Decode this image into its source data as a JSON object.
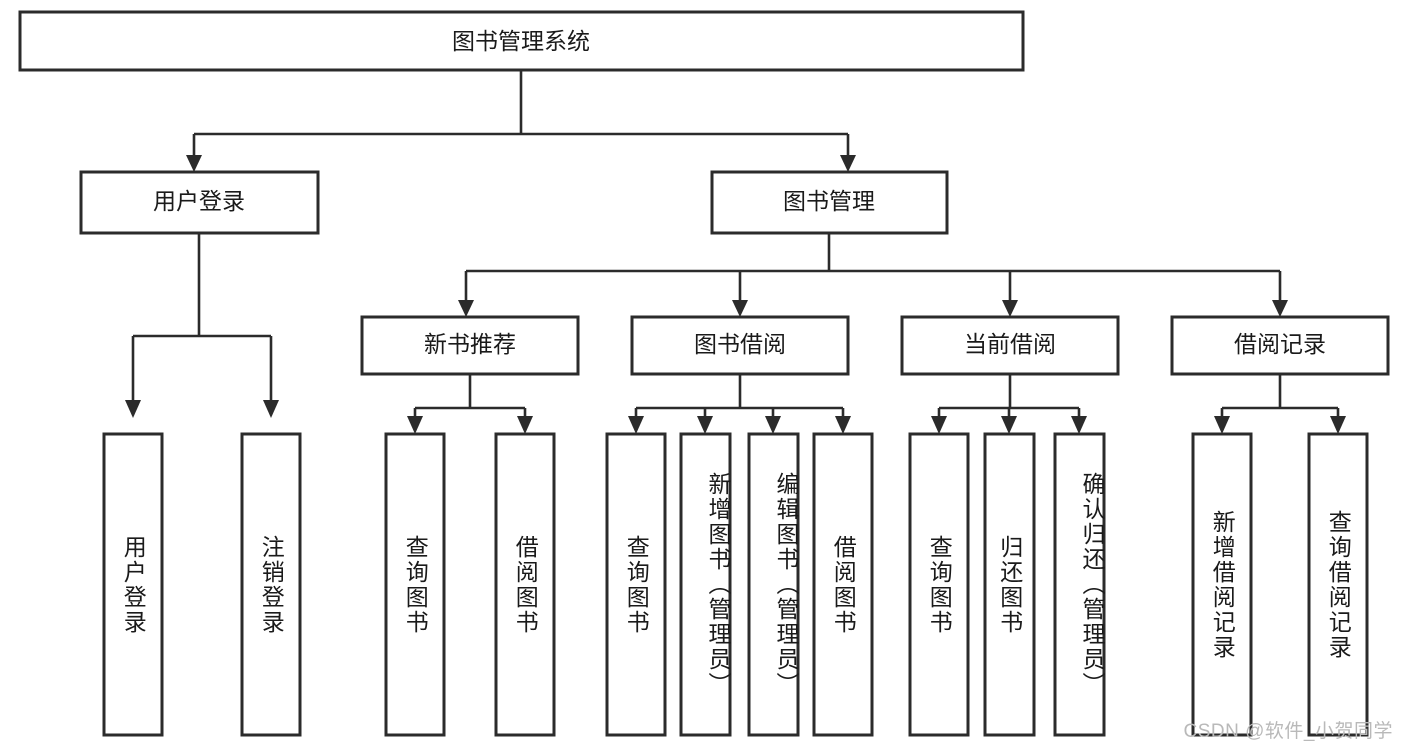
{
  "diagram": {
    "type": "tree",
    "title": "图书管理系统",
    "orientation": "top-down",
    "watermark": "CSDN @软件_小贺同学",
    "colors": {
      "box_stroke": "#2b2b2b",
      "box_fill": "#ffffff",
      "connector": "#2b2b2b",
      "text": "#1a1a1a",
      "watermark": "#b9b9b9",
      "background": "#ffffff"
    },
    "root": {
      "id": "root",
      "label": "图书管理系统"
    },
    "level2": [
      {
        "id": "user-login",
        "label": "用户登录"
      },
      {
        "id": "book-manage",
        "label": "图书管理"
      }
    ],
    "level3": [
      {
        "id": "new-book-recommend",
        "label": "新书推荐",
        "parent": "book-manage"
      },
      {
        "id": "book-borrow",
        "label": "图书借阅",
        "parent": "book-manage"
      },
      {
        "id": "current-borrow",
        "label": "当前借阅",
        "parent": "book-manage"
      },
      {
        "id": "borrow-record",
        "label": "借阅记录",
        "parent": "book-manage"
      }
    ],
    "leaves": [
      {
        "id": "leaf-user-login",
        "label": "用户登录",
        "parent": "user-login"
      },
      {
        "id": "leaf-user-logout",
        "label": "注销登录",
        "parent": "user-login"
      },
      {
        "id": "leaf-query-book-1",
        "label": "查询图书",
        "parent": "new-book-recommend"
      },
      {
        "id": "leaf-borrow-book-1",
        "label": "借阅图书",
        "parent": "new-book-recommend"
      },
      {
        "id": "leaf-query-book-2",
        "label": "查询图书",
        "parent": "book-borrow"
      },
      {
        "id": "leaf-add-book",
        "label": "新增图书（管理员）",
        "parent": "book-borrow"
      },
      {
        "id": "leaf-edit-book",
        "label": "编辑图书（管理员）",
        "parent": "book-borrow"
      },
      {
        "id": "leaf-borrow-book-2",
        "label": "借阅图书",
        "parent": "book-borrow"
      },
      {
        "id": "leaf-query-book-3",
        "label": "查询图书",
        "parent": "current-borrow"
      },
      {
        "id": "leaf-return-book",
        "label": "归还图书",
        "parent": "current-borrow"
      },
      {
        "id": "leaf-confirm-return",
        "label": "确认归还（管理员）",
        "parent": "current-borrow"
      },
      {
        "id": "leaf-add-record",
        "label": "新增借阅记录",
        "parent": "borrow-record"
      },
      {
        "id": "leaf-query-record",
        "label": "查询借阅记录",
        "parent": "borrow-record"
      }
    ]
  }
}
